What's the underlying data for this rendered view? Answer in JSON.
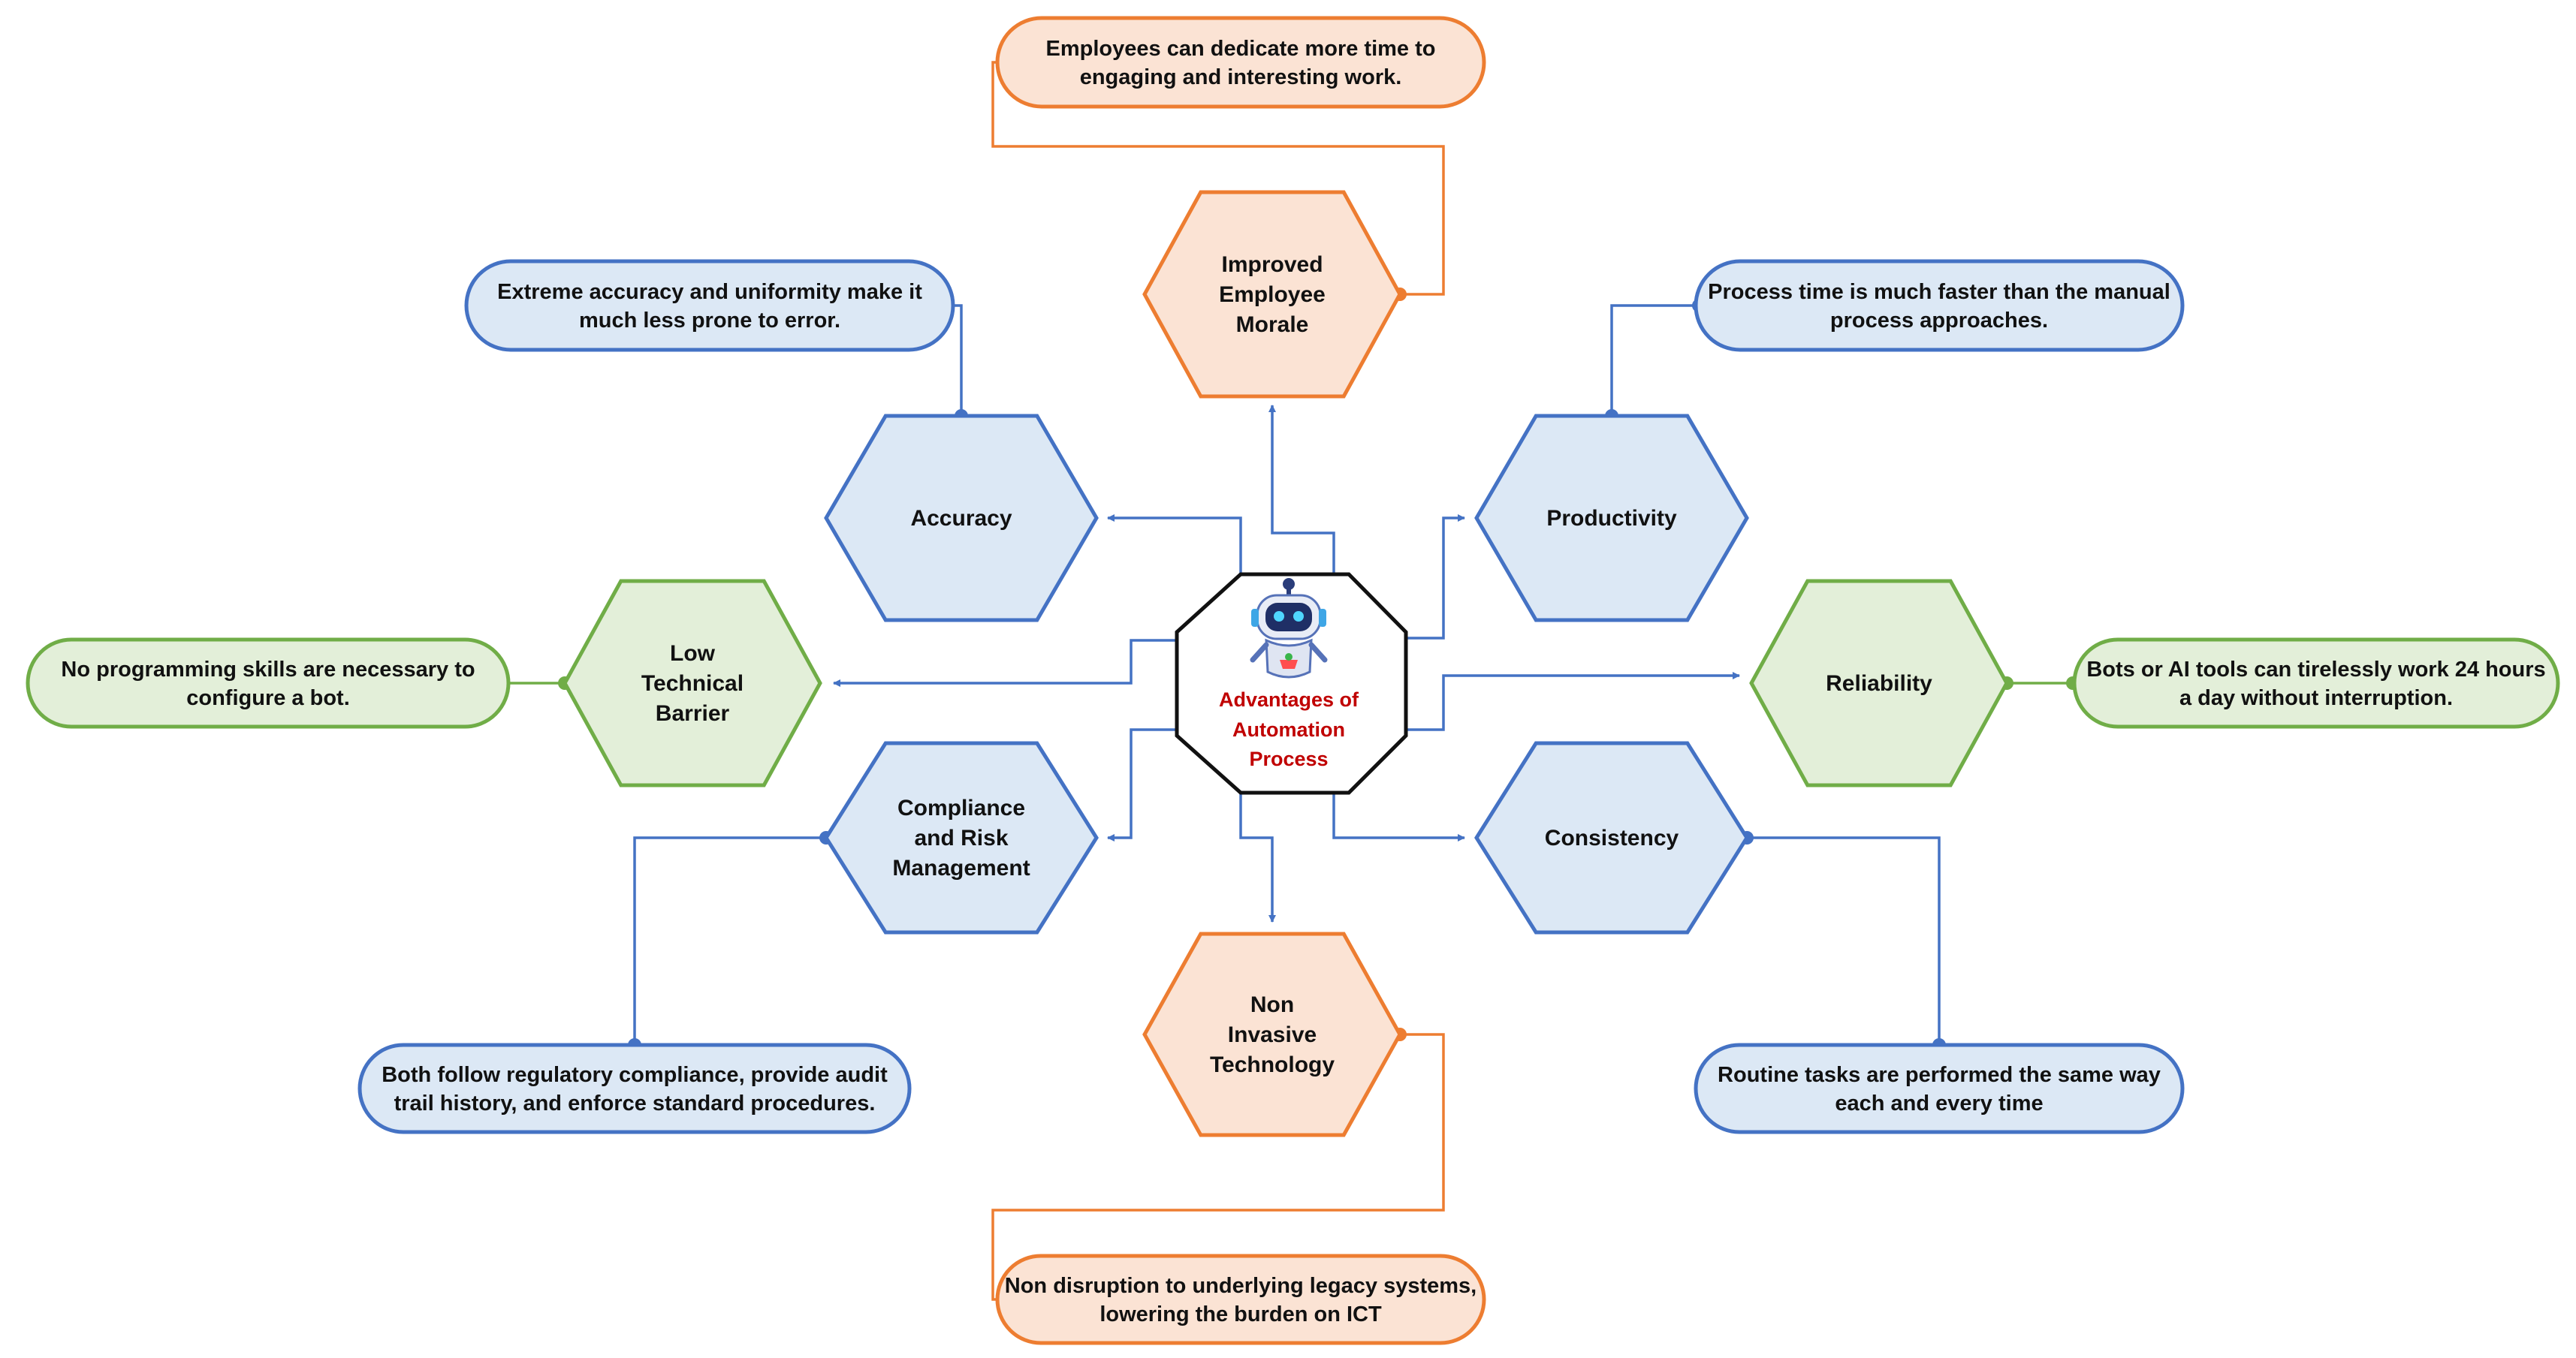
{
  "center": {
    "lines": [
      "Advantages of",
      "Automation",
      "Process"
    ],
    "icon": "robot-icon"
  },
  "colors": {
    "blue_stroke": "#4472c4",
    "blue_fill": "#dce8f5",
    "orange_stroke": "#ed7d31",
    "orange_fill": "#fbe3d4",
    "green_stroke": "#70ad47",
    "green_fill": "#e3efd9",
    "center_text": "#c00000",
    "text": "#111111"
  },
  "nodes": [
    {
      "key": "improved-employee-morale",
      "lines": [
        "Improved",
        "Employee",
        "Morale"
      ],
      "color": "orange",
      "description": [
        "Employees can dedicate more time to",
        "engaging and interesting work."
      ]
    },
    {
      "key": "accuracy",
      "lines": [
        "Accuracy"
      ],
      "color": "blue",
      "description": [
        "Extreme accuracy and uniformity make it",
        "much less prone to error."
      ]
    },
    {
      "key": "productivity",
      "lines": [
        "Productivity"
      ],
      "color": "blue",
      "description": [
        "Process time is much faster than the manual",
        "process approaches."
      ]
    },
    {
      "key": "low-technical-barrier",
      "lines": [
        "Low",
        "Technical",
        "Barrier"
      ],
      "color": "green",
      "description": [
        "No programming skills are necessary to",
        "configure a bot."
      ]
    },
    {
      "key": "reliability",
      "lines": [
        "Reliability"
      ],
      "color": "green",
      "description": [
        "Bots or AI tools can tirelessly work 24 hours",
        "a day without interruption."
      ]
    },
    {
      "key": "compliance-and-risk-management",
      "lines": [
        "Compliance",
        "and Risk",
        "Management"
      ],
      "color": "blue",
      "description": [
        "Both  follow  regulatory  compliance,  provide  audit",
        "trail history, and enforce standard procedures."
      ]
    },
    {
      "key": "consistency",
      "lines": [
        "Consistency"
      ],
      "color": "blue",
      "description": [
        "Routine tasks are performed the same way",
        "each and every time"
      ]
    },
    {
      "key": "non-invasive-technology",
      "lines": [
        "Non",
        "Invasive",
        "Technology"
      ],
      "color": "orange",
      "description": [
        "Non disruption to underlying legacy systems,",
        "lowering the burden on ICT"
      ]
    }
  ]
}
